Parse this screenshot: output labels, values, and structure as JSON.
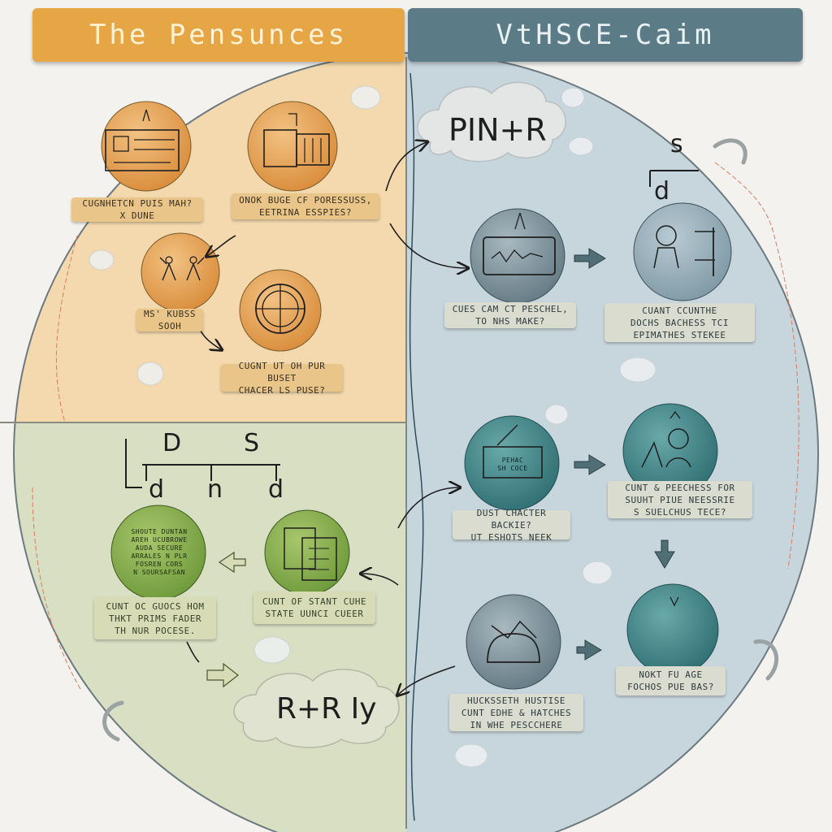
{
  "header": {
    "left_title": "The Pensunces",
    "right_title": "VtHSCE-Caim"
  },
  "clouds": {
    "top": "PIN+R",
    "bottom": "R+R Iy"
  },
  "handwriting": {
    "top_right_s": "s",
    "top_right_d": "d",
    "bottom_left_D": "D",
    "bottom_left_S": "S",
    "bottom_left_d1": "d",
    "bottom_left_n": "n",
    "bottom_left_d2": "d"
  },
  "notes": {
    "o1": "CUGNHETCN PUIS MAH?\nX DUNE",
    "o2": "ONOK BUGE CF PORESSUSS,\nEETRINA ESSPIES?",
    "o3": "MS' KUBSS\nSOOH",
    "o4": "CUGNT UT OH PUR BUSET\nCHACER LS PUSE?",
    "b1": "CUES CAM CT PESCHEL,\nTO NHS MAKE?",
    "b2": "CUANT CCUNTHE\nDOCHS BACHESS TCI\nEPIMATHES STEKEE",
    "b3": "DUST CHACTER BACKIE?\nUT ESHOTS NEEK",
    "b4": "CUNT & PEECHESS FOR\nSUUHT PIUE NEESSRIE\nS SUELCHUS TECE?",
    "b5": "NOKT FU AGE\nFOCHOS PUE BAS?",
    "b6": "HUCKSSETH HUSTISE\nCUNT EDHE & HATCHES\nIN WHE PESCCHERE",
    "g1": "CUNT OC GUOCS HOM\nTHKT PRIMS FADER\nTH NUR POCESE.",
    "g2": "CUNT OF STANT CUHE\nSTATE UUNCI CUEER"
  },
  "circle_text": {
    "green": "SHOUTE DUNTAN\nAREH UCUBROWE\nAUDA SECURE\nARRALES N PLR\nFOSREN CORS\nN SOURSAFSAN",
    "teal": "PEHAC\nSH COCE"
  }
}
